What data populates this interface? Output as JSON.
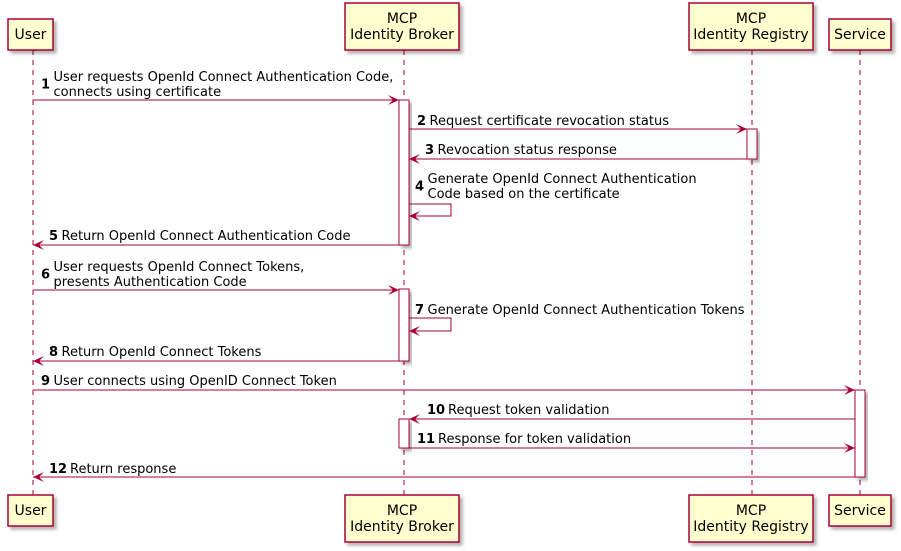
{
  "participants": [
    {
      "id": "user",
      "lines": [
        "User"
      ]
    },
    {
      "id": "broker",
      "lines": [
        "MCP",
        "Identity Broker"
      ]
    },
    {
      "id": "registry",
      "lines": [
        "MCP",
        "Identity Registry"
      ]
    },
    {
      "id": "service",
      "lines": [
        "Service"
      ]
    }
  ],
  "messages": [
    {
      "num": "1",
      "from": "user",
      "to": "broker",
      "lines": [
        "User requests OpenId Connect Authentication Code,",
        "connects using certificate"
      ]
    },
    {
      "num": "2",
      "from": "broker",
      "to": "registry",
      "lines": [
        "Request certificate revocation status"
      ]
    },
    {
      "num": "3",
      "from": "registry",
      "to": "broker",
      "lines": [
        "Revocation status response"
      ]
    },
    {
      "num": "4",
      "from": "broker",
      "to": "broker",
      "lines": [
        "Generate OpenId Connect Authentication",
        "Code based on the certificate"
      ]
    },
    {
      "num": "5",
      "from": "broker",
      "to": "user",
      "lines": [
        "Return OpenId Connect Authentication Code"
      ]
    },
    {
      "num": "6",
      "from": "user",
      "to": "broker",
      "lines": [
        "User requests OpenId Connect Tokens,",
        "presents Authentication Code"
      ]
    },
    {
      "num": "7",
      "from": "broker",
      "to": "broker",
      "lines": [
        "Generate OpenId Connect Authentication Tokens"
      ]
    },
    {
      "num": "8",
      "from": "broker",
      "to": "user",
      "lines": [
        "Return OpenId Connect Tokens"
      ]
    },
    {
      "num": "9",
      "from": "user",
      "to": "service",
      "lines": [
        "User connects using OpenID Connect Token"
      ]
    },
    {
      "num": "10",
      "from": "service",
      "to": "broker",
      "lines": [
        "Request token validation"
      ]
    },
    {
      "num": "11",
      "from": "broker",
      "to": "service",
      "lines": [
        "Response for token validation"
      ]
    },
    {
      "num": "12",
      "from": "service",
      "to": "user",
      "lines": [
        "Return response"
      ]
    }
  ],
  "colors": {
    "border": "#A80036",
    "fill": "#FEFECE"
  }
}
